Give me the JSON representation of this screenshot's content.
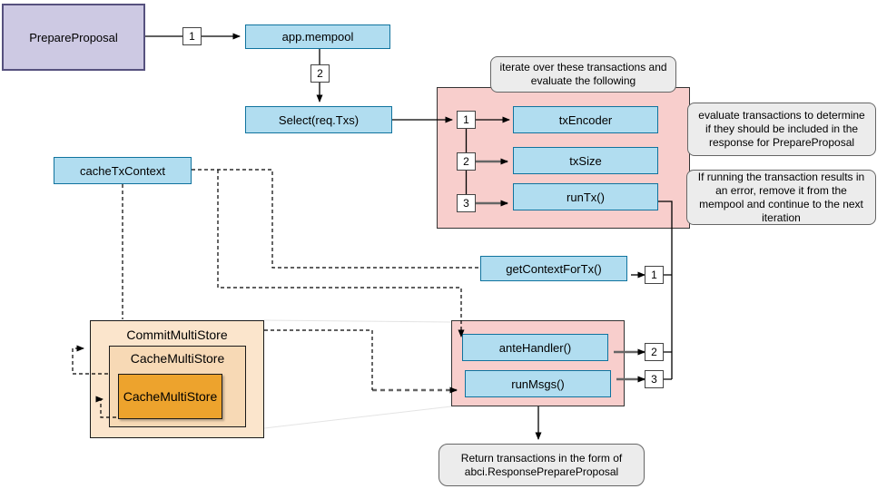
{
  "nodes": {
    "prepare_proposal": {
      "label": "PrepareProposal"
    },
    "app_mempool": {
      "label": "app.mempool"
    },
    "select_req_txs": {
      "label": "Select(req.Txs)"
    },
    "tx_encoder": {
      "label": "txEncoder"
    },
    "tx_size": {
      "label": "txSize"
    },
    "run_tx": {
      "label": "runTx()"
    },
    "cache_tx_context": {
      "label": "cacheTxContext"
    },
    "get_context_for_tx": {
      "label": "getContextForTx()"
    },
    "ante_handler": {
      "label": "anteHandler()"
    },
    "run_msgs": {
      "label": "runMsgs()"
    },
    "commit_multi_store": {
      "label": "CommitMultiStore"
    },
    "cache_multi_store": {
      "label": "CacheMultiStore"
    },
    "cache_multi_store_inner": {
      "label": "CacheMultiStore"
    }
  },
  "badges": {
    "flow1": "1",
    "flow2": "2",
    "iter1": "1",
    "iter2": "2",
    "iter3": "3",
    "run1": "1",
    "run2": "2",
    "run3": "3"
  },
  "notes": {
    "iterate": "iterate over these transactions and evaluate the following",
    "evaluate": "evaluate transactions to determine if they should be included in the response for PrepareProposal",
    "on_error": "If running the transaction results in an error, remove it from the mempool and continue to the next iteration",
    "return": "Return transactions in the form of abci.ResponsePrepareProposal"
  },
  "colors": {
    "process_fill": "#b1ddf0",
    "process_stroke": "#10739e",
    "entry_fill": "#cdc9e3",
    "entry_stroke": "#56517e",
    "group_fill": "#f8cecc",
    "store_fill": "#fbe5cc",
    "store_mid_fill": "#f7d9b5",
    "store_inner_fill": "#eda32d",
    "note_fill": "#ececec"
  }
}
